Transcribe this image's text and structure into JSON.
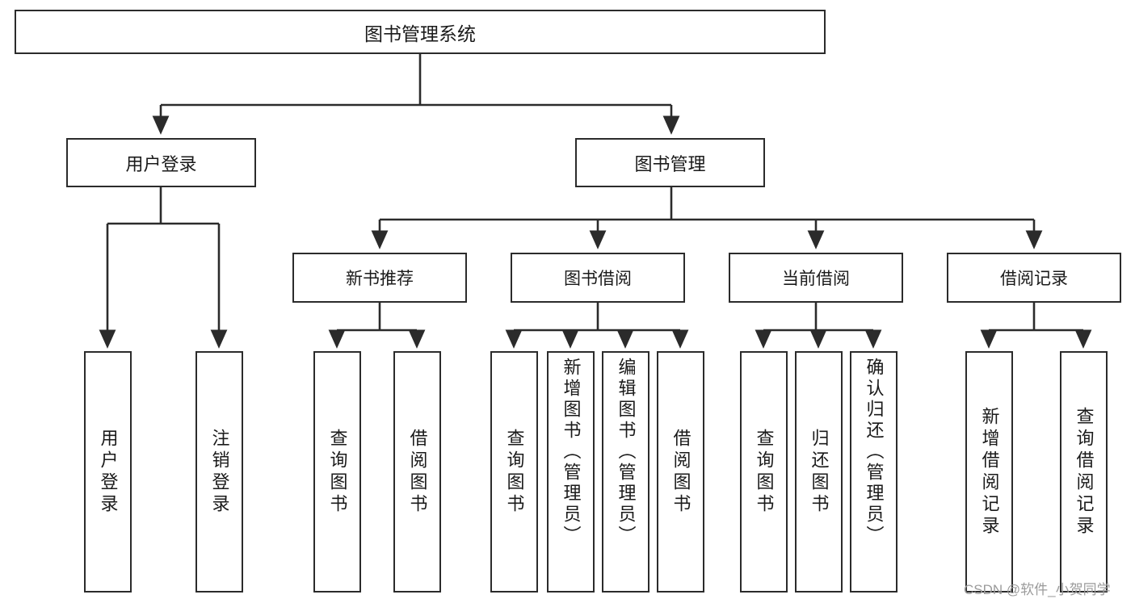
{
  "diagram": {
    "title": "图书管理系统",
    "type": "tree-hierarchy-diagram",
    "stroke_color": "#2b2b2b",
    "background_color": "#ffffff",
    "nodes": {
      "root": {
        "label": "图书管理系统"
      },
      "level2": [
        {
          "label": "用户登录"
        },
        {
          "label": "图书管理"
        }
      ],
      "level3": [
        {
          "label": "新书推荐"
        },
        {
          "label": "图书借阅"
        },
        {
          "label": "当前借阅"
        },
        {
          "label": "借阅记录"
        }
      ],
      "leaves": {
        "user_login": [
          {
            "label": "用户登录"
          },
          {
            "label": "注销登录"
          }
        ],
        "new_book_recommend": [
          {
            "label": "查询图书"
          },
          {
            "label": "借阅图书"
          }
        ],
        "book_borrow": [
          {
            "label": "查询图书"
          },
          {
            "label": "新增图书（管理员）"
          },
          {
            "label": "编辑图书（管理员）"
          },
          {
            "label": "借阅图书"
          }
        ],
        "current_borrow": [
          {
            "label": "查询图书"
          },
          {
            "label": "归还图书"
          },
          {
            "label": "确认归还（管理员）"
          }
        ],
        "borrow_record": [
          {
            "label": "新增借阅记录"
          },
          {
            "label": "查询借阅记录"
          }
        ]
      }
    },
    "watermark": "CSDN @软件_小贺同学"
  }
}
